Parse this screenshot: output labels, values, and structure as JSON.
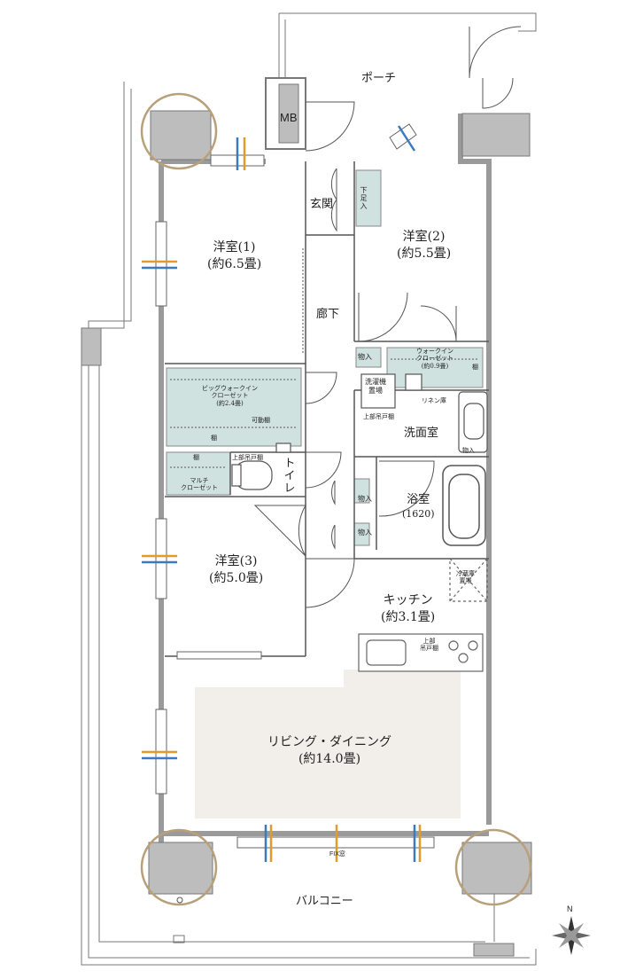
{
  "rooms": {
    "porch": "ポーチ",
    "mb": "MB",
    "entrance": "玄関",
    "shoe_cabinet": "下足入",
    "western1": {
      "name": "洋室(1)",
      "size": "(約6.5畳)"
    },
    "western2": {
      "name": "洋室(2)",
      "size": "(約5.5畳)"
    },
    "western3": {
      "name": "洋室(3)",
      "size": "(約5.0畳)"
    },
    "hallway": "廊下",
    "storage_small": "物入",
    "storage_v1": "物入",
    "storage_v2": "物入",
    "storage_wash": "物入",
    "wic2": {
      "name": "ウォークイン",
      "name2": "クローゼット",
      "size": "(約0.9畳)"
    },
    "shelf_small": "棚",
    "big_wic": {
      "name": "ビッグウォークイン",
      "name2": "クローゼット",
      "size": "(約2.4畳)"
    },
    "movable_shelf": "可動棚",
    "shelf_a": "棚",
    "shelf_b": "棚",
    "multi_closet": {
      "name": "マルチ",
      "name2": "クローゼット"
    },
    "upper_cabinet_toilet": "上部吊戸棚",
    "toilet": "トイレ",
    "washing_machine": {
      "name": "洗濯機",
      "name2": "置場"
    },
    "linen": "リネン庫",
    "upper_cabinet_wash": "上部吊戸棚",
    "washroom": "洗面室",
    "bath": {
      "name": "浴室",
      "size": "(1620)"
    },
    "fridge": {
      "name": "冷蔵庫",
      "name2": "置場"
    },
    "kitchen": {
      "name": "キッチン",
      "size": "(約3.1畳)"
    },
    "upper_cabinet_kitchen": {
      "name": "上部",
      "name2": "吊戸棚"
    },
    "living": {
      "name": "リビング・ダイニング",
      "size": "(約14.0畳)"
    },
    "fix_window": "FIX窓",
    "balcony": "バルコニー",
    "north": "N"
  },
  "colors": {
    "wall": "#9a9a9a",
    "storage_fill": "#cfe2e0",
    "living_fill": "#f2efea",
    "column_fill": "#bdbdbd",
    "highlight_ring": "#b8a07a",
    "airflow_blue": "#3a7bbf",
    "airflow_orange": "#e39a2a"
  }
}
